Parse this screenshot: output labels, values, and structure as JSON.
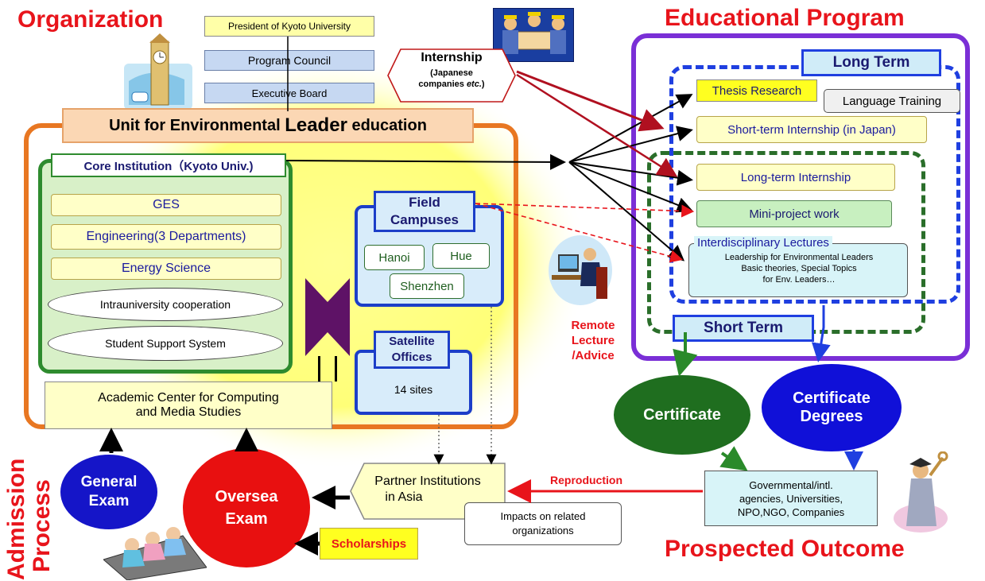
{
  "titles": {
    "organization": "Organization",
    "educational_program": "Educational Program",
    "prospected_outcome": "Prospected Outcome",
    "admission_process_line1": "Admission",
    "admission_process_line2": "Process"
  },
  "org_chain": {
    "president": "President of Kyoto University",
    "program_council": "Program Council",
    "executive_board": "Executive Board"
  },
  "internship": {
    "title": "Internship",
    "sub1": "(Japanese",
    "sub2": "companies",
    "sub2_italic": "etc.",
    "sub2_close": ")"
  },
  "unit": {
    "title_pre": "Unit for Environmental ",
    "title_big": "Leader",
    "title_post": " education"
  },
  "core": {
    "title": "Core Institution（Kyoto Univ.)",
    "items": [
      "GES",
      "Engineering(3 Departments)",
      "Energy Science",
      "Intrauniversity cooperation",
      "Student Support System"
    ],
    "academic_center_line1": "Academic Center for Computing",
    "academic_center_line2": "and Media Studies"
  },
  "field": {
    "title_line1": "Field",
    "title_line2": "Campuses",
    "sites": [
      "Hanoi",
      "Hue",
      "Shenzhen"
    ]
  },
  "satellite": {
    "title_line1": "Satellite",
    "title_line2": "Offices",
    "count": "14 sites"
  },
  "remote": {
    "line1": "Remote",
    "line2": "Lecture",
    "line3": "/Advice"
  },
  "program": {
    "long_term": "Long Term",
    "short_term": "Short Term",
    "thesis": "Thesis Research",
    "language": "Language Training",
    "short_internship": "Short-term Internship (in Japan)",
    "long_internship": "Long-term  Internship",
    "mini_project": "Mini-project work",
    "lectures_title": "Interdisciplinary Lectures",
    "lectures_l1": "Leadership for Environmental Leaders",
    "lectures_l2": "Basic theories, Special Topics",
    "lectures_l3": "for Env. Leaders…"
  },
  "outcomes": {
    "certificate": "Certificate",
    "cert_degrees_l1": "Certificate",
    "cert_degrees_l2": "Degrees",
    "agencies_l1": "Governmental/intl.",
    "agencies_l2": "agencies, Universities,",
    "agencies_l3": "NPO,NGO, Companies"
  },
  "partner": {
    "line1": "Partner Institutions",
    "line2": "in Asia",
    "impacts_l1": "Impacts on related",
    "impacts_l2": "organizations",
    "reproduction": "Reproduction"
  },
  "admission": {
    "general_l1": "General",
    "general_l2": "Exam",
    "oversea_l1": "Oversea",
    "oversea_l2": "Exam",
    "scholarships": "Scholarships"
  },
  "colors": {
    "title_red": "#e8141b",
    "unit_orange": "#e87722",
    "core_green": "#2e8b2e",
    "field_blue": "#1c3ec8",
    "program_purple": "#7a2fd6",
    "long_term_blue": "#1f3fe0",
    "short_term_green": "#2a6e2a",
    "general_exam_blue": "#1515c8",
    "oversea_exam_red": "#e81010",
    "certificate_green": "#1f6e1f",
    "degrees_blue": "#1010d8"
  },
  "icons": [
    "clock-tower-icon",
    "workers-icon",
    "businessman-computer-icon",
    "students-exam-icon",
    "graduate-key-icon"
  ]
}
